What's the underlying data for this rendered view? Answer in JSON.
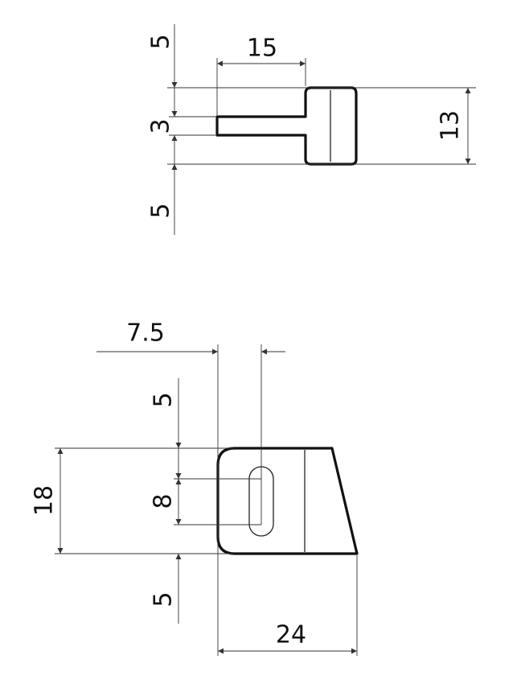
{
  "top_view": {
    "dims": {
      "upper_gap": "5",
      "slot_width": "3",
      "lower_gap": "5",
      "stem_length": "15",
      "height": "13"
    }
  },
  "bottom_view": {
    "dims": {
      "hole_offset": "7.5",
      "upper_gap": "5",
      "slot_length": "8",
      "lower_gap": "5",
      "total_height": "18",
      "total_width": "24"
    }
  }
}
